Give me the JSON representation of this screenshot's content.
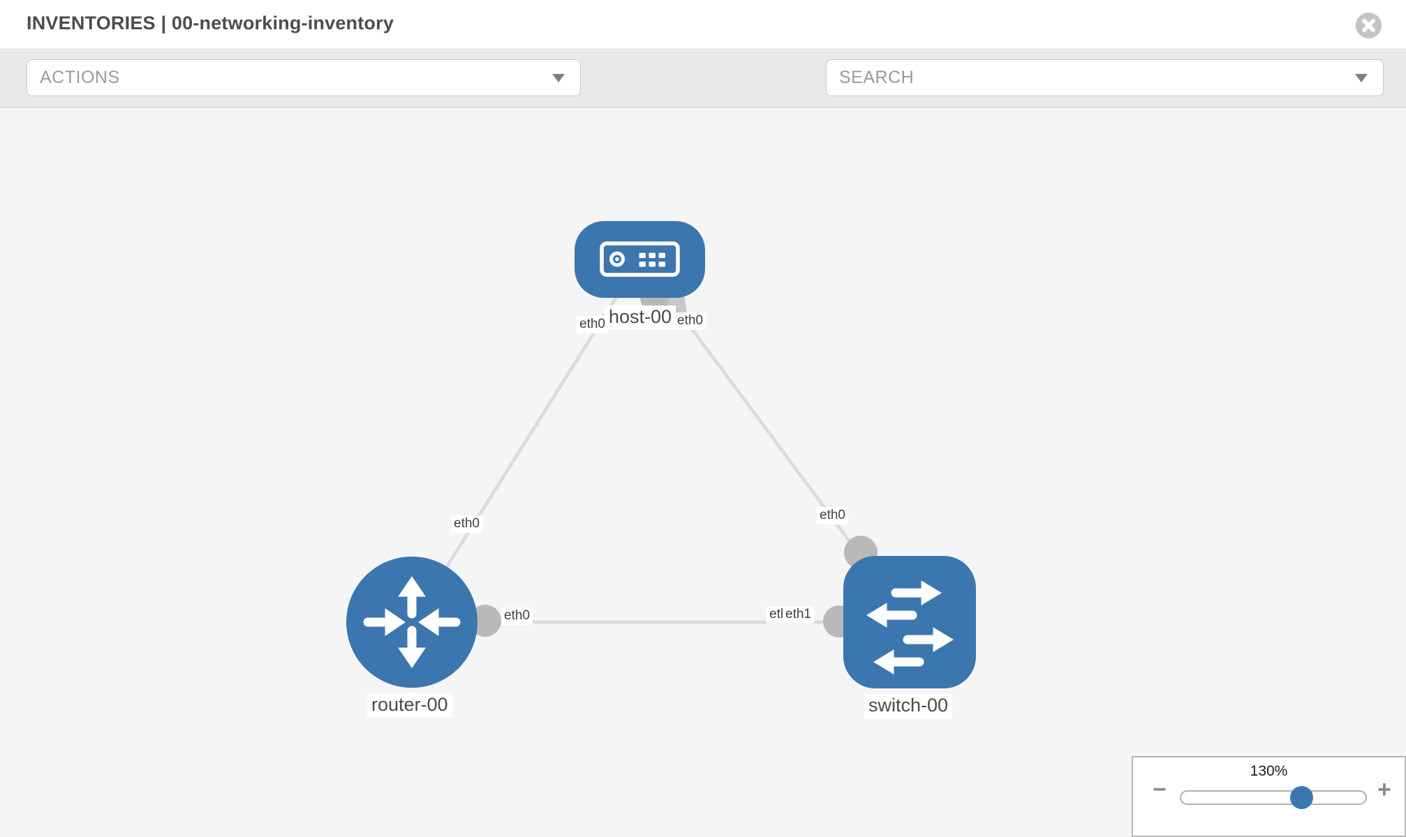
{
  "window": {
    "title": "INVENTORIES | 00-networking-inventory"
  },
  "toolbar": {
    "actions_label": "ACTIONS",
    "search_placeholder": "SEARCH"
  },
  "topology": {
    "nodes": [
      {
        "id": "host-00",
        "type": "host",
        "label": "host-00",
        "icon": "host-icon"
      },
      {
        "id": "router-00",
        "type": "router",
        "label": "router-00",
        "icon": "router-icon"
      },
      {
        "id": "switch-00",
        "type": "switch",
        "label": "switch-00",
        "icon": "switch-icon"
      }
    ],
    "links": [
      {
        "from": "host-00",
        "from_interface": "eth0",
        "to": "router-00",
        "to_interface": "eth0"
      },
      {
        "from": "host-00",
        "from_interface": "eth0",
        "to": "switch-00",
        "to_interface": "eth0"
      },
      {
        "from": "router-00",
        "from_interface": "eth0",
        "to": "switch-00",
        "to_interface": "eth1"
      }
    ]
  },
  "zoom_control": {
    "value": "130%",
    "percent": 130,
    "minus_glyph": "−",
    "plus_glyph": "+"
  },
  "colors": {
    "node_blue": "#3b76af",
    "link_gray": "#dcdcdc",
    "endpoint_gray": "#b9b9b9",
    "toolbar_bg": "#e9e9e9",
    "canvas_bg": "#f5f5f6"
  }
}
